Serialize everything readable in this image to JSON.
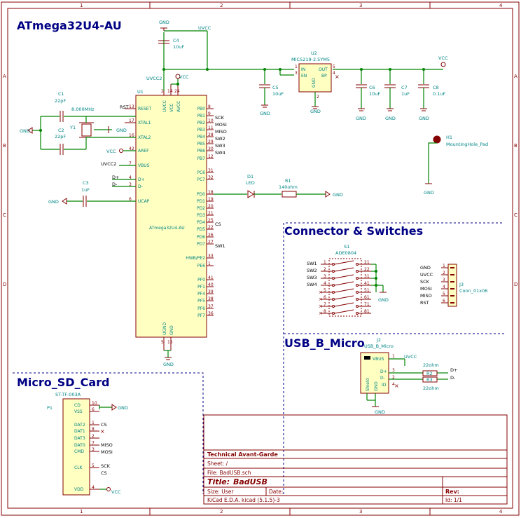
{
  "sections": {
    "main": "ATmega32U4-AU",
    "connector": "Connector & Switches",
    "usb": "USB_B_Micro",
    "sd": "Micro_SD_Card"
  },
  "zones": {
    "cols": [
      "1",
      "2",
      "3",
      "4"
    ],
    "rows": [
      "A",
      "B",
      "C",
      "D"
    ]
  },
  "power": {
    "gnd": "GND",
    "uvcc": "UVCC",
    "vcc": "VCC",
    "uvcc2": "UVCC2"
  },
  "components": {
    "c4": {
      "ref": "C4",
      "value": "10uF"
    },
    "c5": {
      "ref": "C5",
      "value": "10uF"
    },
    "c6": {
      "ref": "C6",
      "value": "10uF"
    },
    "c7": {
      "ref": "C7",
      "value": "1uF"
    },
    "c8": {
      "ref": "C8",
      "value": "0.1uF"
    },
    "c1": {
      "ref": "C1",
      "value": "22pF"
    },
    "c2": {
      "ref": "C2",
      "value": "22pF"
    },
    "c3": {
      "ref": "C3",
      "value": "1uF"
    },
    "y1": {
      "ref": "Y1",
      "value": "8.000MHz"
    },
    "u1": {
      "ref": "U1",
      "value": "ATmega32U4-AU"
    },
    "u2": {
      "ref": "U2",
      "value": "MIC5219-2.5YM5"
    },
    "d1": {
      "ref": "D1",
      "value": "LED"
    },
    "r1": {
      "ref": "R1",
      "value": "140ohm"
    },
    "h1": {
      "ref": "H1",
      "value": "MountingHole_Pad"
    },
    "s1": {
      "ref": "S1",
      "value": "ADE0804"
    },
    "j3": {
      "ref": "J3",
      "value": "Conn_01x06"
    },
    "j2": {
      "ref": "J2",
      "value": "USB_B_Micro"
    },
    "r2": {
      "ref": "R2",
      "value": "22ohm"
    },
    "r3": {
      "ref": "R3",
      "value": "22ohm"
    },
    "p1": {
      "ref": "P1",
      "value": "ST-TF-003A"
    }
  },
  "u1_left_pins": [
    {
      "name": "RESET",
      "num": "13"
    },
    {
      "name": "XTAL1",
      "num": "17"
    },
    {
      "name": "XTAL2",
      "num": "16"
    },
    {
      "name": "AREF",
      "num": "42"
    },
    {
      "name": "VBUS",
      "num": "7"
    },
    {
      "name": "D+",
      "num": "4"
    },
    {
      "name": "D-",
      "num": "3"
    },
    {
      "name": "UCAP",
      "num": "6"
    }
  ],
  "u1_right_pins": [
    {
      "name": "PB0",
      "num": "8",
      "net": ""
    },
    {
      "name": "PB1",
      "num": "9",
      "net": "SCK"
    },
    {
      "name": "PB2",
      "num": "10",
      "net": "MOSI"
    },
    {
      "name": "PB3",
      "num": "11",
      "net": "MISO"
    },
    {
      "name": "PB4",
      "num": "28",
      "net": "SW2"
    },
    {
      "name": "PB5",
      "num": "29",
      "net": "SW3"
    },
    {
      "name": "PB6",
      "num": "30",
      "net": "SW4"
    },
    {
      "name": "PB7",
      "num": "12",
      "net": ""
    },
    {
      "name": "PC6",
      "num": "31",
      "net": ""
    },
    {
      "name": "PC7",
      "num": "32",
      "net": ""
    },
    {
      "name": "PD0",
      "num": "18",
      "net": ""
    },
    {
      "name": "PD1",
      "num": "19",
      "net": ""
    },
    {
      "name": "PD2",
      "num": "20",
      "net": ""
    },
    {
      "name": "PD3",
      "num": "21",
      "net": ""
    },
    {
      "name": "PD4",
      "num": "25",
      "net": "CS"
    },
    {
      "name": "PD5",
      "num": "22",
      "net": ""
    },
    {
      "name": "PD6",
      "num": "26",
      "net": ""
    },
    {
      "name": "PD7",
      "num": "27",
      "net": "SW1"
    },
    {
      "name": "HWB/PE2",
      "num": "33",
      "net": ""
    },
    {
      "name": "PE6",
      "num": "1",
      "net": ""
    },
    {
      "name": "PF0",
      "num": "41",
      "net": ""
    },
    {
      "name": "PF1",
      "num": "40",
      "net": ""
    },
    {
      "name": "PF4",
      "num": "39",
      "net": ""
    },
    {
      "name": "PF5",
      "num": "38",
      "net": ""
    },
    {
      "name": "PF6",
      "num": "37",
      "net": ""
    },
    {
      "name": "PF7",
      "num": "36",
      "net": ""
    }
  ],
  "u1_top_pins": [
    {
      "name": "UVCC",
      "num": "2"
    },
    {
      "name": "VCC",
      "num": "14"
    },
    {
      "name": "AVCC",
      "num": "24"
    }
  ],
  "u1_bottom_pins": [
    {
      "name": "UGND",
      "num": "5"
    },
    {
      "name": "GND",
      "num": "15"
    }
  ],
  "u2_pins": [
    {
      "name": "IN",
      "num": "1"
    },
    {
      "name": "EN",
      "num": "3"
    },
    {
      "name": "OUT",
      "num": "5"
    },
    {
      "name": "BP",
      "num": "4"
    },
    {
      "name": "GND",
      "num": "2"
    }
  ],
  "nets": {
    "rst": "RST",
    "dplus": "D+",
    "dminus": "D-",
    "sw1": "SW1",
    "sw2": "SW2",
    "sw3": "SW3",
    "sw4": "SW4",
    "sck": "SCK",
    "mosi": "MOSI",
    "miso": "MISO",
    "cs": "CS"
  },
  "s1_pins_left": [
    "1",
    "2",
    "3",
    "4",
    "5",
    "6",
    "7",
    "8"
  ],
  "s1_pins_right": [
    "21",
    "22",
    "31",
    "41",
    "51",
    "61",
    "71",
    "81"
  ],
  "j3_pins": [
    {
      "net": "GND",
      "num": "1"
    },
    {
      "net": "UVCC",
      "num": "2"
    },
    {
      "net": "SCK",
      "num": "3"
    },
    {
      "net": "MOSI",
      "num": "4"
    },
    {
      "net": "MISO",
      "num": "5"
    },
    {
      "net": "RST",
      "num": "6"
    }
  ],
  "j2_pins": [
    {
      "name": "VBUS",
      "num": "1"
    },
    {
      "name": "D+",
      "num": "3"
    },
    {
      "name": "D-",
      "num": "2"
    },
    {
      "name": "ID",
      "num": "4"
    },
    {
      "name": "GND",
      "num": "5"
    },
    {
      "name": "Shield",
      "num": "6"
    }
  ],
  "p1_pins": [
    {
      "name": "CD",
      "num": "10"
    },
    {
      "name": "VSS",
      "num": "6"
    },
    {
      "name": "DAT2",
      "num": "1"
    },
    {
      "name": "DAT1",
      "num": "8"
    },
    {
      "name": "DAT3",
      "num": "2"
    },
    {
      "name": "DAT0",
      "num": "7"
    },
    {
      "name": "CMD",
      "num": "3"
    },
    {
      "name": "CLK",
      "num": "5"
    },
    {
      "name": "VDD",
      "num": "4"
    }
  ],
  "title_block": {
    "company": "Technical Avant-Garde",
    "sheet": "Sheet: /",
    "file": "File: BadUSB.sch",
    "title_label": "Title:",
    "title": "BadUSB",
    "size": "Size: User",
    "date": "Date:",
    "rev": "Rev:",
    "tool": "KiCad E.D.A.  kicad (5.1.5)-3",
    "id": "Id: 1/1"
  },
  "colors": {
    "frame": "#840000",
    "wire": "#008400",
    "heading": "#000084",
    "pinname": "#008484",
    "body": "#ffffc2"
  }
}
